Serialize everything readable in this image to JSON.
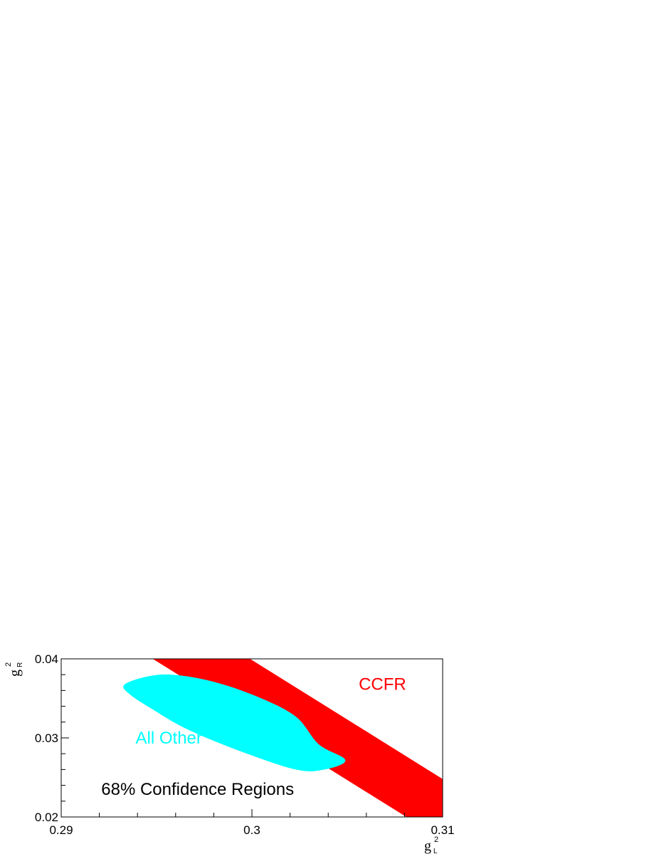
{
  "chart_data": {
    "type": "area",
    "xlabel": "g",
    "xlabel_sub": "L",
    "xlabel_sup": "2",
    "ylabel": "g",
    "ylabel_sub": "R",
    "ylabel_sup": "2",
    "xlim": [
      0.29,
      0.31
    ],
    "ylim": [
      0.02,
      0.04
    ],
    "x_ticks": [
      {
        "value": 0.29,
        "label": "0.29"
      },
      {
        "value": 0.3,
        "label": "0.3"
      },
      {
        "value": 0.31,
        "label": "0.31"
      }
    ],
    "y_ticks": [
      {
        "value": 0.02,
        "label": "0.02"
      },
      {
        "value": 0.03,
        "label": "0.03"
      },
      {
        "value": 0.04,
        "label": "0.04"
      }
    ],
    "x_minor_step": 0.002,
    "y_minor_step": 0.002,
    "grid": false,
    "series": [
      {
        "label": "CCFR",
        "color": "#ff0000",
        "shape": "band",
        "lower_edge": [
          [
            0.2948,
            0.04
          ],
          [
            0.3081,
            0.02
          ]
        ],
        "upper_edge": [
          [
            0.2999,
            0.04
          ],
          [
            0.31,
            0.0248
          ]
        ]
      },
      {
        "label": "All Other",
        "color": "#00ffff",
        "shape": "ellipse",
        "center": [
          0.29985,
          0.0319
        ],
        "outline": [
          [
            0.2933,
            0.0367
          ],
          [
            0.2944,
            0.0377
          ],
          [
            0.2958,
            0.038
          ],
          [
            0.298,
            0.0371
          ],
          [
            0.3003,
            0.0352
          ],
          [
            0.3023,
            0.0327
          ],
          [
            0.3035,
            0.0292
          ],
          [
            0.3049,
            0.0272
          ],
          [
            0.3038,
            0.026
          ],
          [
            0.3023,
            0.026
          ],
          [
            0.2993,
            0.0284
          ],
          [
            0.2966,
            0.0311
          ],
          [
            0.2948,
            0.0336
          ],
          [
            0.2936,
            0.0355
          ]
        ]
      }
    ],
    "annotations": [
      {
        "text": "CCFR",
        "x": 0.3056,
        "y": 0.0361,
        "color": "#ff0000"
      },
      {
        "text": "All Other",
        "x": 0.2939,
        "y": 0.0293,
        "color": "#00ffff"
      },
      {
        "text": "68% Confidence Regions",
        "x": 0.2921,
        "y": 0.0228,
        "color": "#000000"
      }
    ]
  }
}
